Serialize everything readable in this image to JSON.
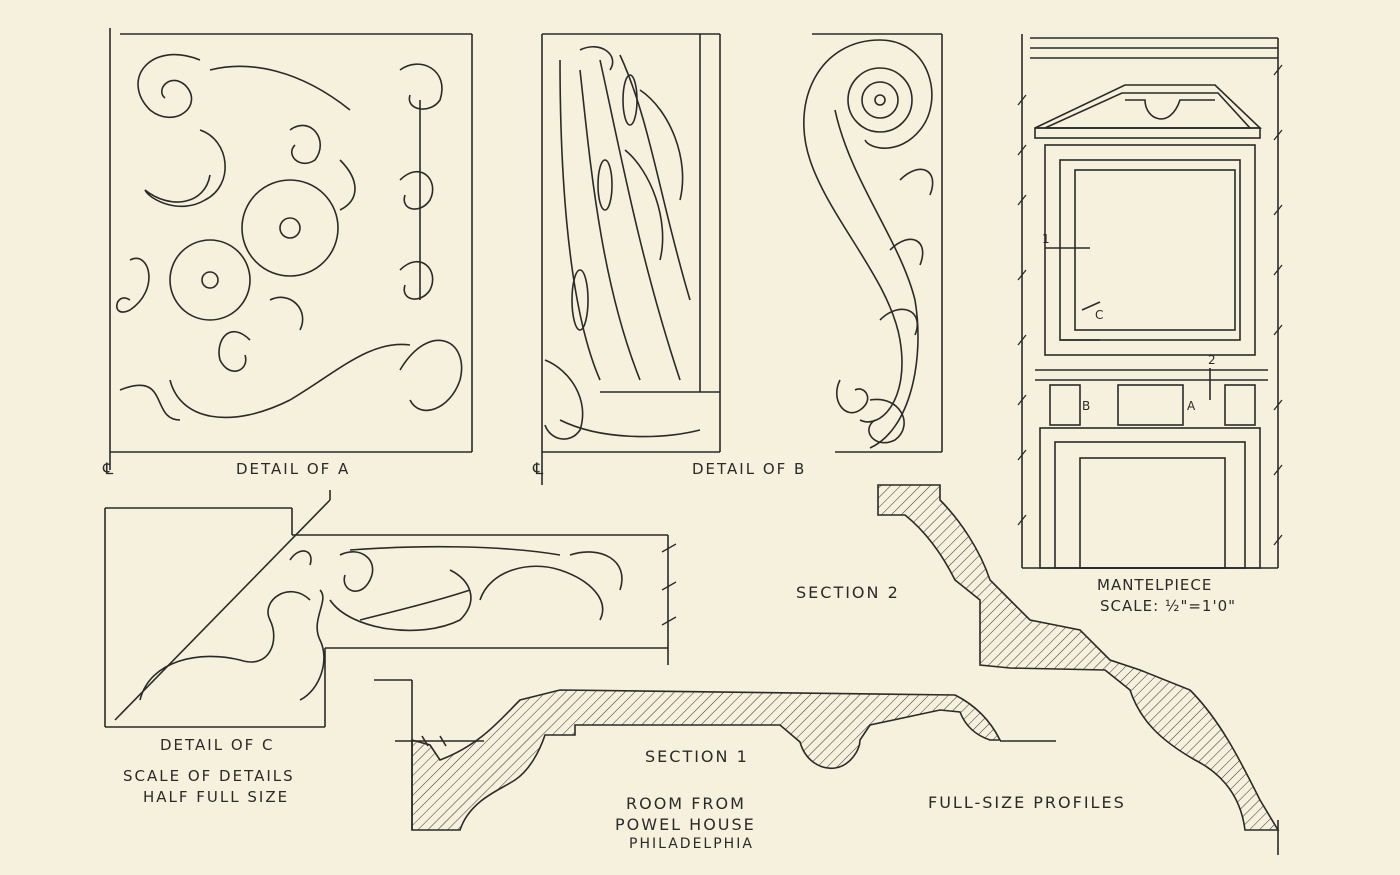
{
  "labels": {
    "detail_a": "DETAIL OF A",
    "detail_b": "DETAIL OF B",
    "detail_c": "DETAIL OF C",
    "scale_of_details_1": "SCALE OF DETAILS",
    "scale_of_details_2": "HALF FULL SIZE",
    "section_1": "SECTION 1",
    "section_2": "SECTION 2",
    "mantelpiece": "MANTELPIECE",
    "mantel_scale": "SCALE: ½\"=1'0\"",
    "room_1": "ROOM FROM",
    "room_2": "POWEL HOUSE",
    "room_3": "PHILADELPHIA",
    "full_size_profiles": "FULL-SIZE PROFILES"
  },
  "markers": {
    "centerline": "℄",
    "m1": "1",
    "m2": "2",
    "mA": "A",
    "mB": "B",
    "mC": "C"
  }
}
